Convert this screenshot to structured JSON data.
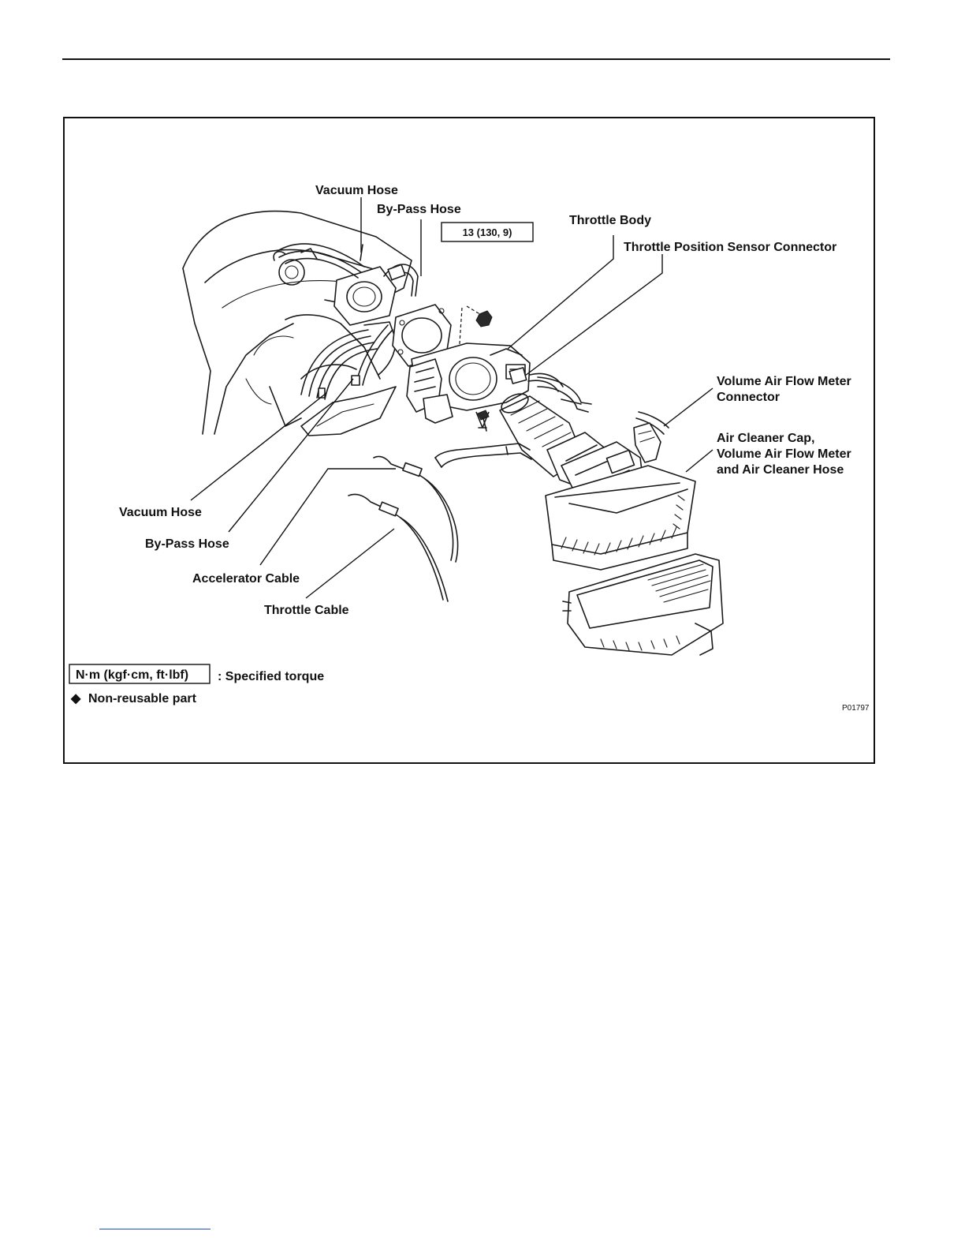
{
  "figure": {
    "labels": {
      "vacuum_hose_top": "Vacuum Hose",
      "bypass_hose_top": "By-Pass Hose",
      "throttle_body": "Throttle Body",
      "tps_connector": "Throttle Position Sensor Connector",
      "vafm_connector_line1": "Volume Air Flow Meter",
      "vafm_connector_line2": "Connector",
      "air_cleaner_line1": "Air Cleaner Cap,",
      "air_cleaner_line2": "Volume Air Flow Meter",
      "air_cleaner_line3": "and Air Cleaner Hose",
      "vacuum_hose_bottom": "Vacuum Hose",
      "bypass_hose_bottom": "By-Pass Hose",
      "accelerator_cable": "Accelerator Cable",
      "throttle_cable": "Throttle Cable"
    },
    "torque_spec": "13 (130, 9)",
    "legend": {
      "torque_unit_box": "N·m (kgf·cm, ft·lbf)",
      "torque_desc": ": Specified torque",
      "diamond": "◆",
      "nonreusable": "Non-reusable part"
    },
    "figure_code": "P01797"
  }
}
